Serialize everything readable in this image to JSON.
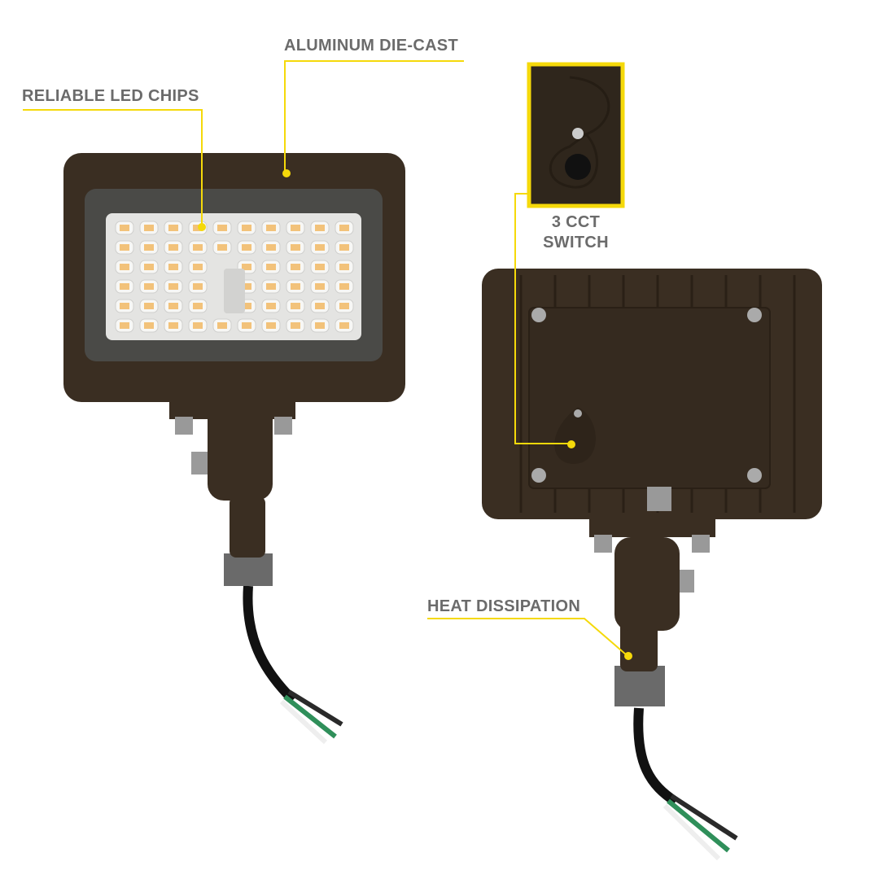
{
  "labels": {
    "led_chips": "RELIABLE LED CHIPS",
    "die_cast": "ALUMINUM DIE-CAST",
    "cct_line1": "3 CCT",
    "cct_line2": "SWITCH",
    "heat": "HEAT DISSIPATION"
  },
  "colors": {
    "housing": "#3a2e22",
    "accent": "#f5d90a",
    "text": "#6b6b6b",
    "led": "#f2c27a"
  },
  "led_grid": {
    "rows": 6,
    "cols": 10
  }
}
